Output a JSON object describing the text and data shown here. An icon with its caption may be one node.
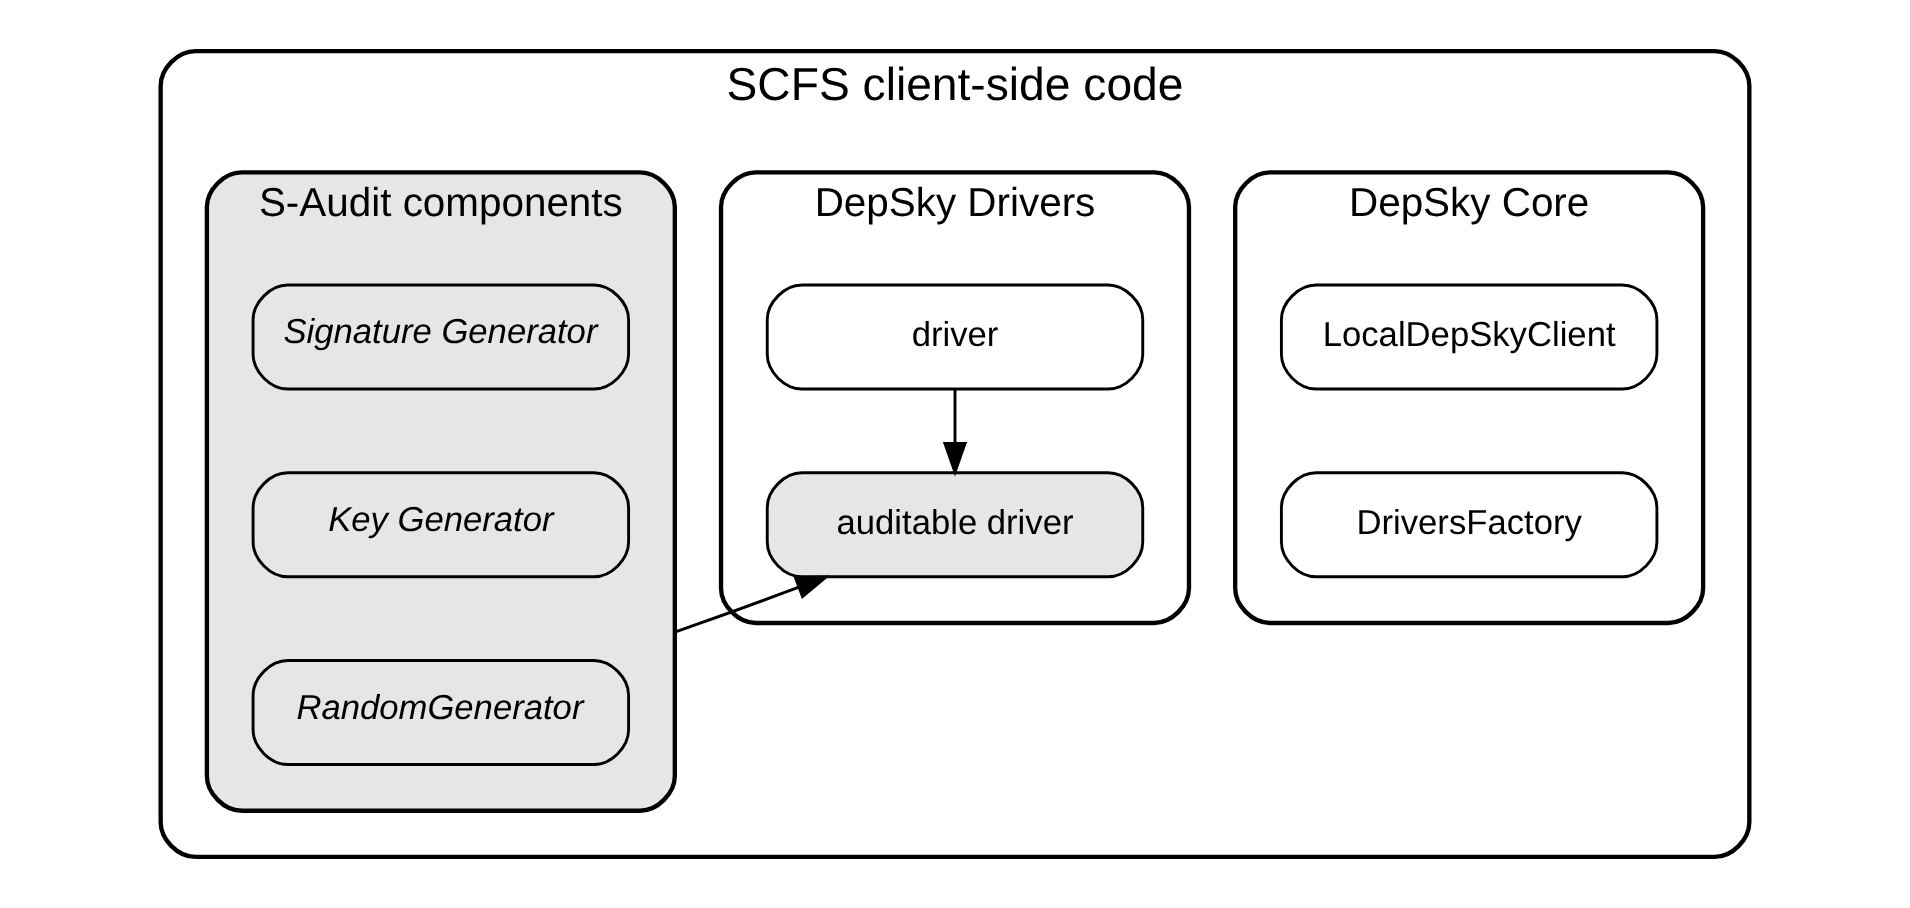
{
  "diagram": {
    "nodes": [
      {
        "text": [
          "SCFS client-side code"
        ]
      },
      {
        "text": [
          "DepSky Core"
        ],
        "in": 0
      },
      {
        "text": [
          "LocalDepSkyClient"
        ],
        "in": 1
      },
      {
        "text": [
          "DriversFactory"
        ],
        "in": 1
      },
      {
        "text": [
          "DepSky Drivers"
        ],
        "in": 0
      },
      {
        "text": [
          "driver"
        ],
        "in": 4
      },
      {
        "text": [
          "auditable driver"
        ],
        "in": 4
      },
      {
        "text": [
          "S-Audit components"
        ],
        "in": 0
      },
      {
        "text": [
          "Signature Generator"
        ],
        "in": 7
      },
      {
        "text": [
          "Key Generator"
        ],
        "in": 7
      },
      {
        "text": [
          "RandomGenerator"
        ],
        "in": 7
      }
    ],
    "edges": [
      {
        "from": 5,
        "to": 6,
        "arrow": "to"
      },
      {
        "from": 7,
        "to": 6,
        "arrow": "to"
      }
    ]
  }
}
